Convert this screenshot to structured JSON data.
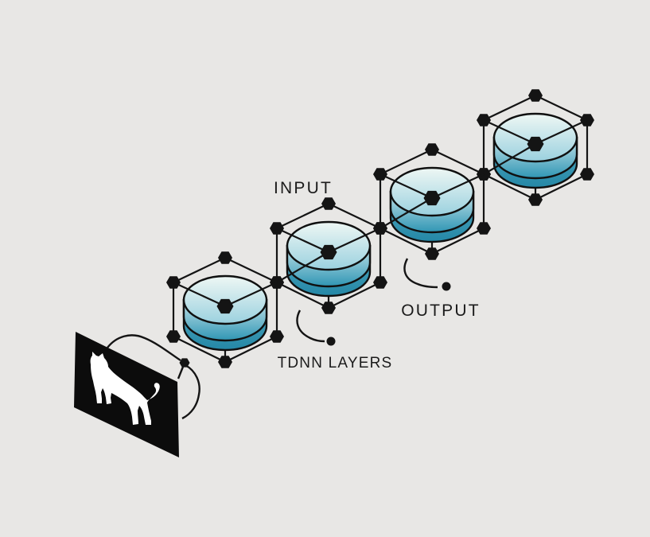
{
  "diagram": {
    "labels": {
      "input": "INPUT",
      "tdnn_layers": "TDNN LAYERS",
      "output": "OUTPUT"
    },
    "layer_count": 4,
    "input_image": {
      "subject": "cat-silhouette"
    },
    "colors": {
      "background": "#e8e7e5",
      "ink": "#141414",
      "panel": "#0c0c0c",
      "cat": "#ffffff",
      "disk_top_gradient": [
        "#eef7f4",
        "#9bd1df"
      ],
      "disk_body_gradient": [
        "#c2e2e8",
        "#3096b4"
      ],
      "disk_lower_gradient": [
        "#55abc1",
        "#2487a6"
      ]
    }
  }
}
